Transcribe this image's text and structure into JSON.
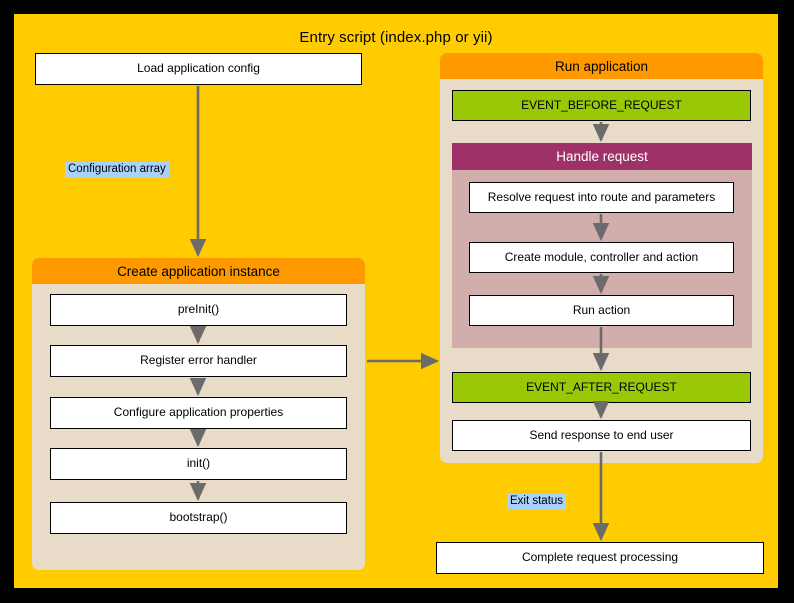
{
  "diagram": {
    "title": "Entry script (index.php or yii)",
    "colors": {
      "background": "#000000",
      "entry_panel": "#fecc00",
      "group_header": "#ff9900",
      "group_body": "#e8dcc8",
      "handle_header": "#9e3268",
      "handle_body": "#d1aeab",
      "event_box": "#9ac806",
      "process_box": "#ffffff",
      "edge_label_highlight": "#a8d2fb",
      "arrow": "#6b6b6b"
    }
  },
  "left_column": {
    "load_config": "Load application config",
    "edge_label_configuration_array": "Configuration array",
    "create_instance_group": {
      "title": "Create application instance",
      "steps": [
        "preInit()",
        "Register error handler",
        "Configure application properties",
        "init()",
        "bootstrap()"
      ]
    }
  },
  "right_column": {
    "run_application_group": {
      "title": "Run application",
      "event_before_request": "EVENT_BEFORE_REQUEST",
      "handle_request_group": {
        "title": "Handle request",
        "steps": [
          "Resolve request into route and parameters",
          "Create module, controller and action",
          "Run action"
        ]
      },
      "event_after_request": "EVENT_AFTER_REQUEST",
      "send_response": "Send response to end user"
    },
    "edge_label_exit_status": "Exit status",
    "complete_request": "Complete request processing"
  }
}
